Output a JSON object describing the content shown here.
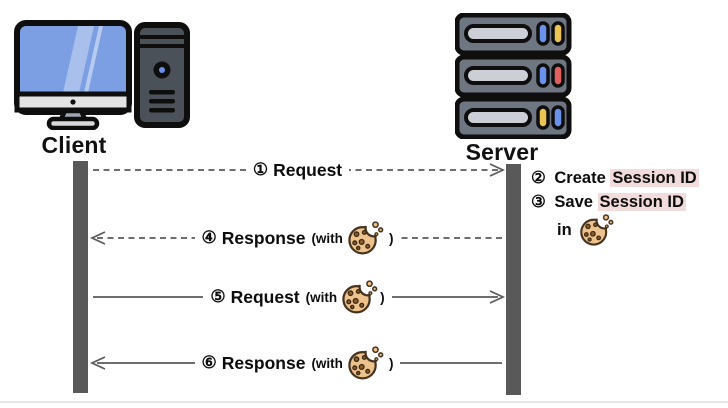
{
  "diagram": {
    "client_label": "Client",
    "server_label": "Server"
  },
  "messages": [
    {
      "num": "①",
      "title": "Request",
      "style": "dashed",
      "direction": "client-to-server"
    },
    {
      "num": "④",
      "title": "Response",
      "paren_open": "(with",
      "paren_close": ")",
      "style": "dashed",
      "direction": "server-to-client",
      "with_cookie": true
    },
    {
      "num": "⑤",
      "title": "Request",
      "paren_open": "(with",
      "paren_close": ")",
      "style": "solid",
      "direction": "client-to-server",
      "with_cookie": true
    },
    {
      "num": "⑥",
      "title": "Response",
      "paren_open": "(with",
      "paren_close": ")",
      "style": "solid",
      "direction": "server-to-client",
      "with_cookie": true
    }
  ],
  "server_notes": [
    {
      "num": "②",
      "pre": "Create",
      "highlighted": "Session ID"
    },
    {
      "num": "③",
      "pre": "Save",
      "highlighted": "Session ID"
    },
    {
      "pre": "in",
      "with_cookie": true
    }
  ],
  "colors": {
    "lifeline": "#595959",
    "arrow": "#5a5a5a",
    "session_id_highlight": "#f2dcdb",
    "monitor_screen": "#7c9fe3",
    "tower_body": "#4b5158",
    "server_body": "#6d7681",
    "cookie_body": "#edc28c",
    "light_blue": "#6b92ea",
    "light_yellow": "#ecc454",
    "light_red": "#e05f5f"
  }
}
